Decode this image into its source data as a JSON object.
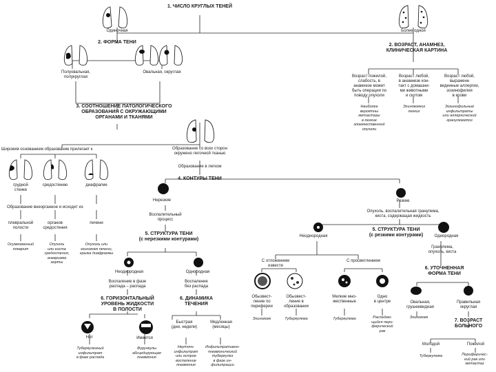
{
  "s1": {
    "title": "1. ЧИСЛО КРУГЛЫХ ТЕНЕЙ",
    "single": "Одиночная",
    "multiple": "Более одной"
  },
  "s2": {
    "title": "2. ФОРМА ТЕНИ",
    "irregular": "Полуовальная,\nполукруглая",
    "oval": "Овальная, округлая"
  },
  "s3": {
    "title": "3. СООТНОШЕНИЕ ПАТОЛОГИЧЕСКОГО\nОБРАЗОВАНИЯ С ОКРУЖАЮЩИМИ\nОРГАНАМИ И ТКАНЯМИ",
    "wide_base": "Широким основанием образование прилегает к",
    "surrounded": "Образование со всех сторон\nокружено легочной тканью",
    "chest": "грудной\nстенке",
    "mediastinum": "средостению",
    "diaphragm": "диафрагме",
    "origin": "Образование внеорганное и исходит из",
    "pleural": "плевральной\nполости",
    "mediastinal": "органов\nсредостения",
    "abdominal": "печени",
    "pleural_note": "Осумкованный\nплеврит",
    "mediastinal_note": "Опухоль\nили киста\nсредостения,\nаневризма\nаорты",
    "abdominal_note": "Опухоль или\nэхинококк печени,\nгрыжа диафрагмы",
    "in_lung": "Образование в легком"
  },
  "s2r": {
    "title": "2. ВОЗРАСТ, АНАМНЕЗ,\nКЛИНИЧЕСКАЯ КАРТИНА",
    "c1": "Возраст пожилой,\nслабость, в\nанамнезе может\nбыть операция по\nповоду опухоли",
    "c2": "Возраст любой,\nв анамнезе кон-\nтакт с домашни-\nми животными\nи скотом",
    "c3": "Возраст любой,\nвыраженн\nведенные аллергии,\nэозинофилия\nв крови",
    "n1": "Наиболее\nвероятны\nметастазы\nв легкие\nзлокачественной\nопухоли",
    "n2": "Эхинококкоз\nлегких",
    "n3": "Эозинофильные\nинфильтраты\nили аллергический\nгранулематоз"
  },
  "s4": {
    "title": "4. КОНТУРЫ ТЕНИ",
    "fuzzy": "Нерезкие",
    "sharp": "Резкие",
    "inflammatory": "Воспалительный\nпроцесс",
    "sharp_note": "Опухоль, воспалительная гранулема,\nкиста, содержащая жидкость"
  },
  "s5l": {
    "title": "5. СТРУКТУРА ТЕНИ\n(с нерезкими контурами)",
    "hetero": "Неоднородная",
    "homo": "Однородная",
    "phase1": "Воспаление в фазе\nраспада – распада",
    "phase2": "Воспаление\nбез распада"
  },
  "s5r": {
    "title": "5. СТРУКТУРА ТЕНИ\n(с резкими контурами)",
    "hetero": "Неоднородная",
    "homo": "Однородная",
    "calcified": "С отложением\nизвести",
    "clearing": "С просветлением",
    "calc1": "Обызвест-\nление по\nпериферии",
    "calc2": "Обызвест-\nление в\nобразовании",
    "clear1": "Мелкие мно-\nжественные",
    "clear2": "Одно\nв центре",
    "calc1_note": "Эхинококк",
    "calc2_note": "Туберкулема",
    "clear1_note": "Туберкулема",
    "clear2_note": "Распадаю-\nщийся пери-\nферический\nрак",
    "homo_note": "Гранулема,\nопухоль, киста"
  },
  "s6l": {
    "title": "6. ГОРИЗОНТАЛЬНЫЙ\nУРОВЕНЬ ЖИДКОСТИ\nВ ПОЛОСТИ",
    "no": "Нет",
    "yes": "Имеется",
    "no_note": "Туберкулезный\nинфильтрат\nв фазе распада",
    "yes_note": "Фурункулы\nабсцедирующая\nпневмония"
  },
  "s6m": {
    "title": "6. ДИНАМИКА\nТЕЧЕНИЯ",
    "fast": "Быстрая\n(дни, недели)",
    "slow": "Медленная\n(месяцы)",
    "fast_note": "Неуточн.\nинфильтрат\nили острое\nвоспаление\nпневмония",
    "slow_note": "Инфильтративно-\nпневмонический\nтуберкулез\nв фазе ин-\nфильтрации"
  },
  "s6r": {
    "title": "6. УТОЧНЕННАЯ\nФОРМА ТЕНИ",
    "oval": "Овальная,\nгрушеевидная",
    "rounded": "Правильная\nокруглая",
    "oval_note": "Эхинококк",
    "rounded_note": ""
  },
  "s7": {
    "title": "7. ВОЗРАСТ\nБОЛЬНОГО",
    "young": "Молодой",
    "old": "Пожилой",
    "young_note": "Туберкулема",
    "old_note": "Периферичес-\nкий рак или\nметастаз"
  }
}
